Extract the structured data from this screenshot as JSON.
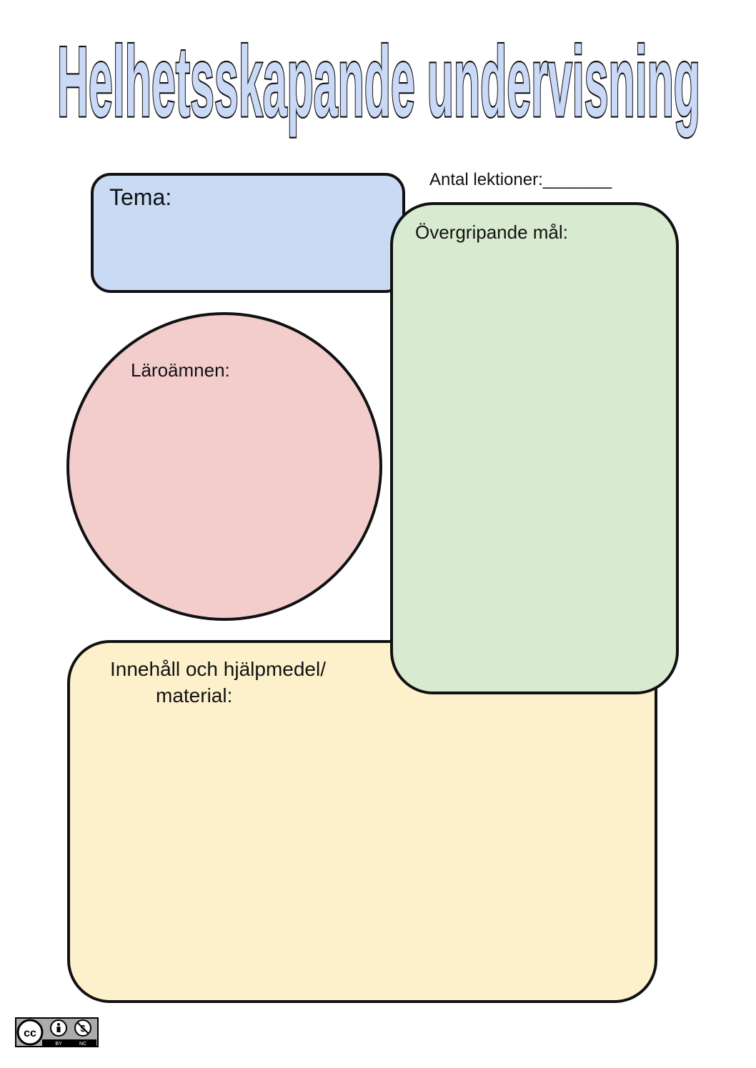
{
  "header": {
    "title": "Helhetsskapande undervisning"
  },
  "fields": {
    "tema_label": "Tema:",
    "antal_label": "Antal lektioner:",
    "antal_blank": "_______",
    "mal_label": "Övergripande mål:",
    "laroamnen_label": "Läroämnen:",
    "innehall_line1": "Innehåll och hjälpmedel/",
    "innehall_line2": "material:"
  },
  "license": {
    "badge_icon": "creative-commons-by-nc-icon",
    "by_text": "BY",
    "nc_text": "NC"
  },
  "colors": {
    "title_fill": "#c9d9f6",
    "tema_fill": "#c9daf5",
    "mal_fill": "#d8eacf",
    "laroamnen_fill": "#f3cccc",
    "innehall_fill": "#fdf1cc",
    "outline": "#111111"
  }
}
